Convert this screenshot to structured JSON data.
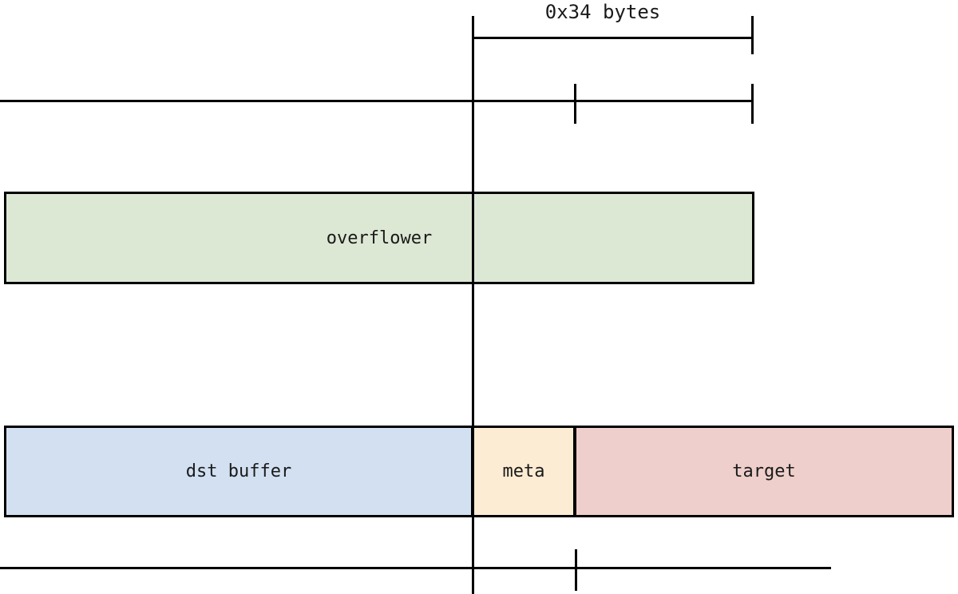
{
  "measurement": {
    "label": "0x34 bytes"
  },
  "boxes": {
    "overflower": {
      "label": "overflower",
      "fill": "#dde8d4"
    },
    "dst_buffer": {
      "label": "dst buffer",
      "fill": "#d2e0f1"
    },
    "meta": {
      "label": "meta",
      "fill": "#fbecd3"
    },
    "target": {
      "label": "target",
      "fill": "#eecfcb"
    }
  },
  "colors": {
    "line": "#000000",
    "text": "#1a1a1a"
  }
}
